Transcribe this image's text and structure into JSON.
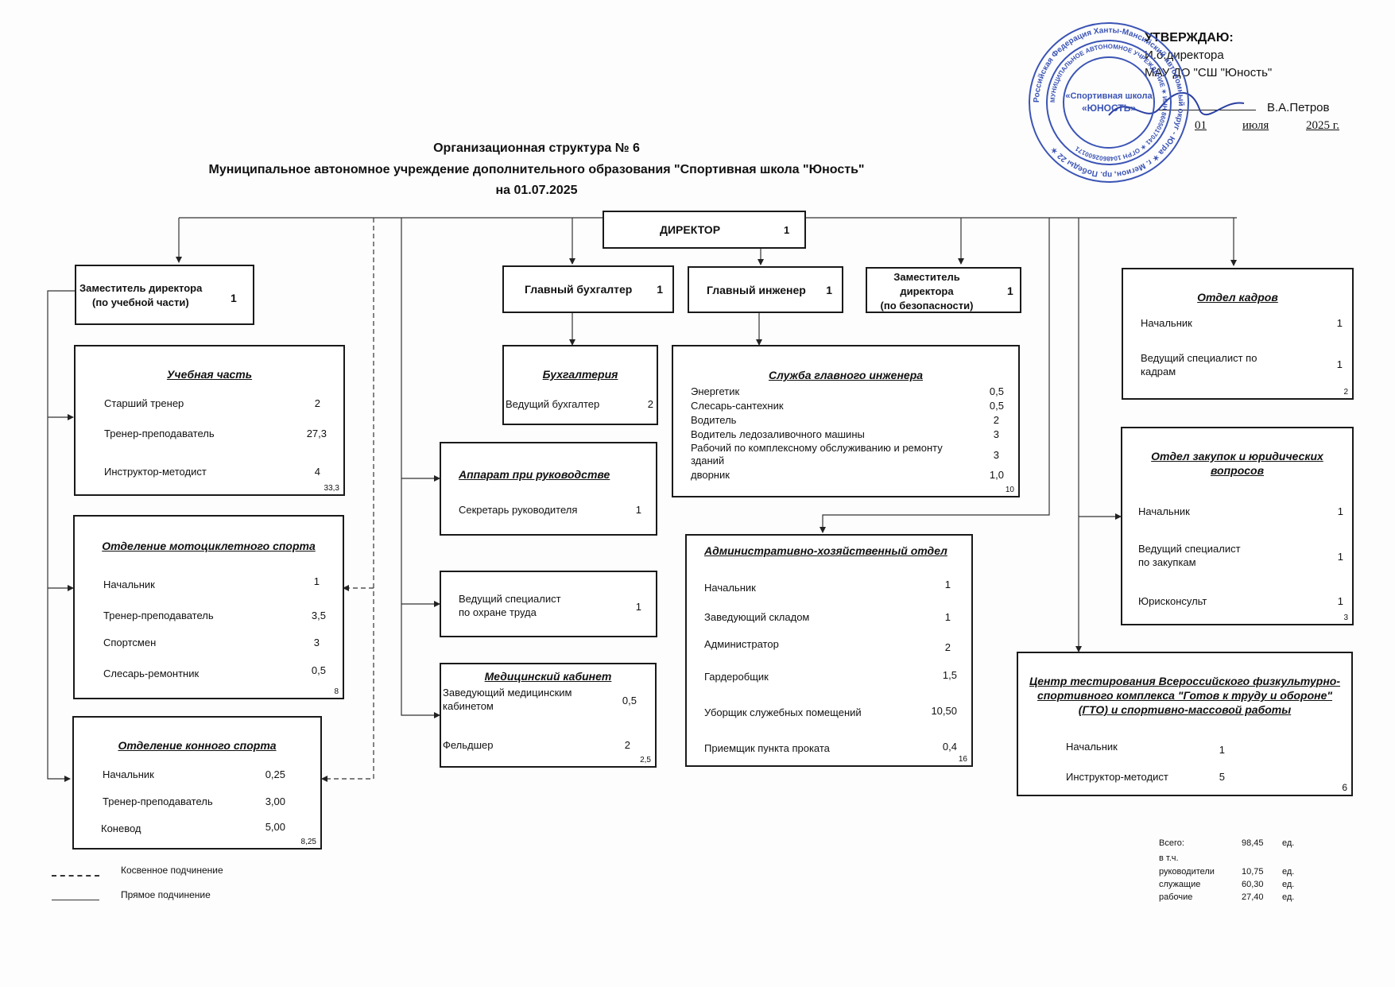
{
  "approval": {
    "heading": "УТВЕРЖДАЮ:",
    "position_line1": "И.о.директора",
    "position_line2": "МАУ ДО \"СШ \"Юность\"",
    "signer": "В.А.Петров",
    "day": "01",
    "month": "июля",
    "year": "2025 г."
  },
  "stamp": {
    "outer_text": "Российская Федерация Ханты-Мансийский автономный округ - Югра",
    "inner_text": "Спортивная школа «ЮНОСТЬ»",
    "inn": "ИНН 8605017041",
    "ogrn": "ОГРН 1048602600171",
    "address": "г. Мегион, пр. Победы 22",
    "color": "#3b54b5"
  },
  "title": {
    "line1": "Организационная структура № 6",
    "line2": "Муниципальное автономное учреждение дополнительного образования \"Спортивная школа \"Юность\"",
    "line3": "на 01.07.2025"
  },
  "director": {
    "label": "ДИРЕКТОР",
    "count": "1"
  },
  "heads": {
    "deputy_edu": {
      "line1": "Заместитель директора",
      "line2": "(по учебной части)",
      "count": "1"
    },
    "chief_accountant": {
      "label": "Главный бухгалтер",
      "count": "1"
    },
    "chief_engineer": {
      "label": "Главный инженер",
      "count": "1"
    },
    "deputy_security": {
      "line1": "Заместитель",
      "line2": "директора",
      "line3": "(по безопасности)",
      "count": "1"
    }
  },
  "departments": {
    "training": {
      "title": "Учебная часть",
      "rows": [
        {
          "label": "Старший тренер",
          "value": "2"
        },
        {
          "label": "Тренер-преподаватель",
          "value": "27,3"
        },
        {
          "label": "Инструктор-методист",
          "value": "4"
        }
      ],
      "total": "33,3"
    },
    "moto": {
      "title": "Отделение мотоциклетного спорта",
      "rows": [
        {
          "label": "Начальник",
          "value": "1"
        },
        {
          "label": "Тренер-преподаватель",
          "value": "3,5"
        },
        {
          "label": "Спортсмен",
          "value": "3"
        },
        {
          "label": "Слесарь-ремонтник",
          "value": "0,5"
        }
      ],
      "total": "8"
    },
    "horse": {
      "title": "Отделение конного спорта",
      "rows": [
        {
          "label": "Начальник",
          "value": "0,25"
        },
        {
          "label": "Тренер-преподаватель",
          "value": "3,00"
        },
        {
          "label": "Коневод",
          "value": "5,00"
        }
      ],
      "total": "8,25"
    },
    "accounting": {
      "title": "Бухгалтерия",
      "rows": [
        {
          "label": "Ведущий бухгалтер",
          "value": "2"
        }
      ]
    },
    "apparatus": {
      "title": "Аппарат при руководстве",
      "rows": [
        {
          "label": "Секретарь руководителя",
          "value": "1"
        }
      ]
    },
    "labor_safety": {
      "rows": [
        {
          "label_line1": "Ведущий специалист",
          "label_line2": "по охране труда",
          "value": "1"
        }
      ]
    },
    "medical": {
      "title": "Медицинский кабинет",
      "rows": [
        {
          "label_line1": "Заведующий медицинским",
          "label_line2": "кабинетом",
          "value": "0,5"
        },
        {
          "label": "Фельдшер",
          "value": "2"
        }
      ],
      "total": "2,5"
    },
    "engineer_service": {
      "title": "Служба главного инженера",
      "rows": [
        {
          "label": "Энергетик",
          "value": "0,5"
        },
        {
          "label": "Слесарь-сантехник",
          "value": "0,5"
        },
        {
          "label": "Водитель",
          "value": "2"
        },
        {
          "label": "Водитель ледозаливочного машины",
          "value": "3"
        },
        {
          "label_line1": "Рабочий по комплексному обслуживанию и ремонту",
          "label_line2": "зданий",
          "value": "3"
        },
        {
          "label": "дворник",
          "value": "1,0"
        }
      ],
      "total": "10"
    },
    "admin_household": {
      "title": "Административно-хозяйственный отдел",
      "rows": [
        {
          "label": "Начальник",
          "value": "1"
        },
        {
          "label": "Заведующий складом",
          "value": "1"
        },
        {
          "label": "Администратор",
          "value": "2"
        },
        {
          "label": "Гардеробщик",
          "value": "1,5"
        },
        {
          "label": "Уборщик служебных помещений",
          "value": "10,50"
        },
        {
          "label": "Приемщик пункта проката",
          "value": "0,4"
        }
      ],
      "total": "16"
    },
    "hr": {
      "title": "Отдел кадров",
      "rows": [
        {
          "label": "Начальник",
          "value": "1"
        },
        {
          "label_line1": "Ведущий специалист по",
          "label_line2": "кадрам",
          "value": "1"
        }
      ],
      "total": "2"
    },
    "procurement": {
      "title_line1": "Отдел закупок и юридических",
      "title_line2": "вопросов",
      "rows": [
        {
          "label": "Начальник",
          "value": "1"
        },
        {
          "label_line1": "Ведущий специалист",
          "label_line2": "по закупкам",
          "value": "1"
        },
        {
          "label": "Юрисконсульт",
          "value": "1"
        }
      ],
      "total": "3"
    },
    "gto": {
      "title_line1": "Центр тестирования Всероссийского физкультурно-",
      "title_line2": "спортивного комплекса \"Готов к труду и обороне\"",
      "title_line3": "(ГТО) и спортивно-массовой работы",
      "rows": [
        {
          "label": "Начальник",
          "value": "1"
        },
        {
          "label": "Инструктор-методист",
          "value": "5"
        }
      ],
      "total": "6"
    }
  },
  "summary": {
    "total_label": "Всего:",
    "total_value": "98,45",
    "unit": "ед.",
    "incl_label": "в т.ч.",
    "rows": [
      {
        "label": "руководители",
        "value": "10,75",
        "unit": "ед."
      },
      {
        "label": "служащие",
        "value": "60,30",
        "unit": "ед."
      },
      {
        "label": "рабочие",
        "value": "27,40",
        "unit": "ед."
      }
    ]
  },
  "legend": {
    "indirect": "Косвенное подчинение",
    "direct": "Прямое подчинение"
  }
}
